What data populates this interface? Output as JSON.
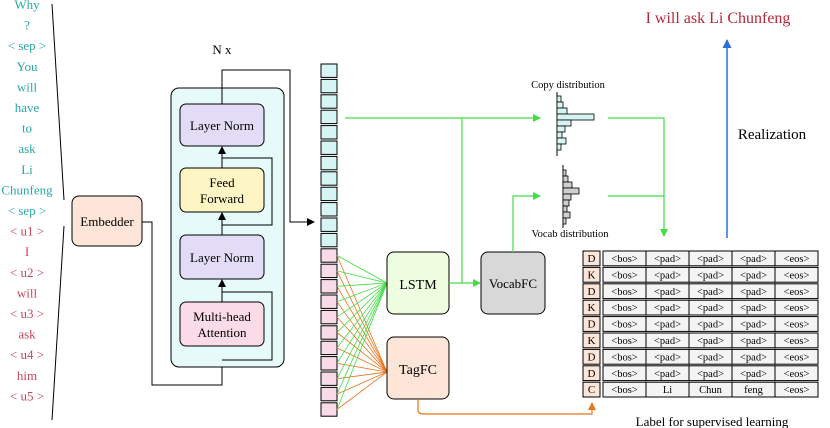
{
  "input_tokens": [
    {
      "text": "Why",
      "color": "#2aa6a6"
    },
    {
      "text": "?",
      "color": "#2aa6a6"
    },
    {
      "text": "< sep >",
      "color": "#2aa6a6"
    },
    {
      "text": "You",
      "color": "#2aa6a6"
    },
    {
      "text": "will",
      "color": "#2aa6a6"
    },
    {
      "text": "have",
      "color": "#2aa6a6"
    },
    {
      "text": "to",
      "color": "#2aa6a6"
    },
    {
      "text": "ask",
      "color": "#2aa6a6"
    },
    {
      "text": "Li",
      "color": "#2aa6a6"
    },
    {
      "text": "Chunfeng",
      "color": "#2aa6a6"
    },
    {
      "text": "< sep >",
      "color": "#2aa6a6"
    },
    {
      "text": "< u1 >",
      "color": "#c8465a"
    },
    {
      "text": "I",
      "color": "#c8465a"
    },
    {
      "text": "< u2 >",
      "color": "#c8465a"
    },
    {
      "text": "will",
      "color": "#c8465a"
    },
    {
      "text": "< u3 >",
      "color": "#c8465a"
    },
    {
      "text": "ask",
      "color": "#c8465a"
    },
    {
      "text": "< u4 >",
      "color": "#c8465a"
    },
    {
      "text": "him",
      "color": "#c8465a"
    },
    {
      "text": "< u5 >",
      "color": "#c8465a"
    }
  ],
  "embedder_label": "Embedder",
  "repeat_label": "N x",
  "transformer_blocks": {
    "layer_norm_top": "Layer Norm",
    "feed_forward_line1": "Feed",
    "feed_forward_line2": "Forward",
    "layer_norm_bottom": "Layer Norm",
    "mha_line1": "Multi-head",
    "mha_line2": "Attention"
  },
  "lstm_label": "LSTM",
  "tagfc_label": "TagFC",
  "vocabfc_label": "VocabFC",
  "copy_distribution_label": "Copy distribution",
  "vocab_distribution_label": "Vocab distribution",
  "output_sentence": "I will ask Li Chunfeng",
  "realization_label": "Realization",
  "label_caption": "Label for supervised learning",
  "label_table": {
    "tags": [
      "D",
      "K",
      "D",
      "K",
      "D",
      "K",
      "D",
      "D",
      "C"
    ],
    "rows": [
      [
        "<bos>",
        "<pad>",
        "<pad>",
        "<pad>",
        "<eos>"
      ],
      [
        "<bos>",
        "<pad>",
        "<pad>",
        "<pad>",
        "<eos>"
      ],
      [
        "<bos>",
        "<pad>",
        "<pad>",
        "<pad>",
        "<eos>"
      ],
      [
        "<bos>",
        "<pad>",
        "<pad>",
        "<pad>",
        "<eos>"
      ],
      [
        "<bos>",
        "<pad>",
        "<pad>",
        "<pad>",
        "<eos>"
      ],
      [
        "<bos>",
        "<pad>",
        "<pad>",
        "<pad>",
        "<eos>"
      ],
      [
        "<bos>",
        "<pad>",
        "<pad>",
        "<pad>",
        "<eos>"
      ],
      [
        "<bos>",
        "<pad>",
        "<pad>",
        "<pad>",
        "<eos>"
      ],
      [
        "<bos>",
        "Li",
        "Chun",
        "feng",
        "<eos>"
      ]
    ]
  },
  "colors": {
    "teal_text": "#2aa6a6",
    "red_text": "#c8465a",
    "output_red": "#b4283c",
    "green_arrow": "#44dd44",
    "orange_arrow": "#e8741c",
    "blue_arrow": "#2e6fd8"
  }
}
